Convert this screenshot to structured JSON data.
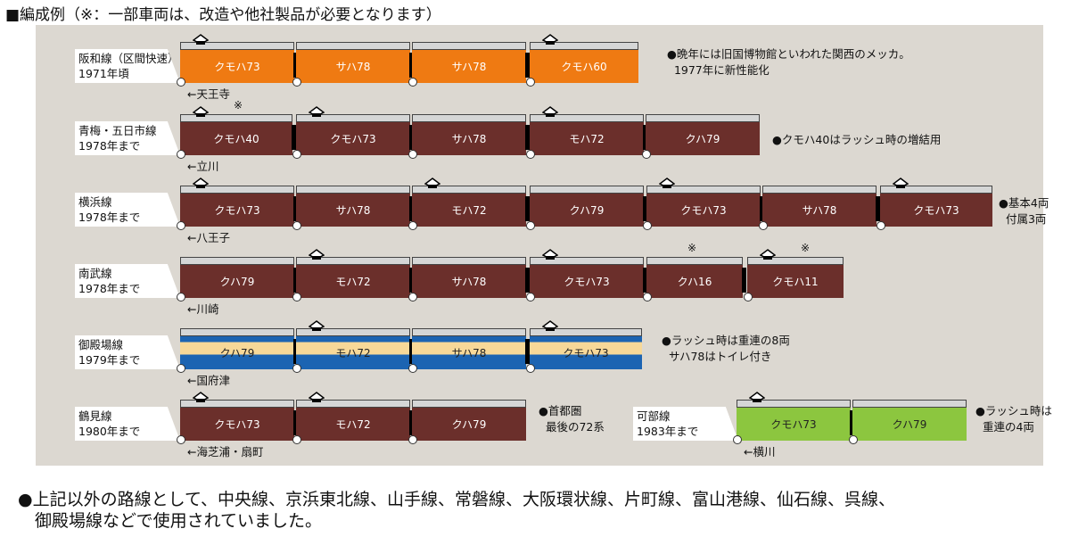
{
  "title": "■編成例（※：一部車両は、改造や他社製品が必要となります）",
  "colors": {
    "orange": "#ef7a12",
    "brown": "#6b2f2b",
    "cream": "#f7d898",
    "blue": "#1c64b2",
    "green": "#8cc63f",
    "panel": "#dcd8d1"
  },
  "rows": [
    {
      "line": "阪和線（区間快速）",
      "period": "1971年頃",
      "direction": "←天王寺",
      "scheme": "orange",
      "note": "●晩年には旧国博物館といわれた関西のメッカ。\n  1977年に新性能化",
      "cars": [
        {
          "label": "クモハ73",
          "panto": true
        },
        {
          "label": "サハ78"
        },
        {
          "label": "サハ78"
        },
        {
          "label": "クモハ60",
          "panto": true
        }
      ]
    },
    {
      "line": "青梅・五日市線",
      "period": "1978年まで",
      "direction": "←立川",
      "scheme": "brown",
      "note": "●クモハ40はラッシュ時の増結用",
      "cars": [
        {
          "label": "クモハ40",
          "panto": true,
          "mark": "※"
        },
        {
          "label": "クモハ73",
          "panto": true
        },
        {
          "label": "サハ78"
        },
        {
          "label": "モハ72",
          "panto": true
        },
        {
          "label": "クハ79"
        }
      ]
    },
    {
      "line": "横浜線",
      "period": "1978年まで",
      "direction": "←八王子",
      "scheme": "brown",
      "note": "●基本4両\n  付属3両",
      "cars": [
        {
          "label": "クモハ73",
          "panto": true
        },
        {
          "label": "サハ78"
        },
        {
          "label": "モハ72",
          "panto": true
        },
        {
          "label": "クハ79"
        },
        {
          "label": "クモハ73",
          "panto": true
        },
        {
          "label": "サハ78"
        },
        {
          "label": "クモハ73",
          "panto": true
        }
      ]
    },
    {
      "line": "南武線",
      "period": "1978年まで",
      "direction": "←川崎",
      "scheme": "brown",
      "note": "",
      "cars": [
        {
          "label": "クハ79"
        },
        {
          "label": "モハ72",
          "panto": true
        },
        {
          "label": "サハ78"
        },
        {
          "label": "クモハ73",
          "panto": true
        },
        {
          "label": "クハ16",
          "mark": "※"
        },
        {
          "label": "クモハ11",
          "panto": true,
          "mark": "※"
        }
      ]
    },
    {
      "line": "御殿場線",
      "period": "1979年まで",
      "direction": "←国府津",
      "scheme": "yokosuka",
      "note": "●ラッシュ時は重連の8両\n  サハ78はトイレ付き",
      "cars": [
        {
          "label": "クハ79"
        },
        {
          "label": "モハ72",
          "panto": true
        },
        {
          "label": "サハ78"
        },
        {
          "label": "クモハ73",
          "panto": true
        }
      ]
    },
    {
      "line": "鶴見線",
      "period": "1980年まで",
      "direction": "←海芝浦・扇町",
      "scheme": "brown",
      "note": "●首都圏\n  最後の72系",
      "cars": [
        {
          "label": "クモハ73",
          "panto": true
        },
        {
          "label": "モハ72",
          "panto": true
        },
        {
          "label": "クハ79"
        }
      ]
    },
    {
      "line": "可部線",
      "period": "1983年まで",
      "direction": "←横川",
      "scheme": "green",
      "note": "●ラッシュ時は\n  重連の4両",
      "cars": [
        {
          "label": "クモハ73",
          "panto": true
        },
        {
          "label": "クハ79"
        }
      ]
    }
  ],
  "footer": [
    "●上記以外の路線として、中央線、京浜東北線、山手線、常磐線、大阪環状線、片町線、富山港線、仙石線、呉線、",
    "　御殿場線などで使用されていました。"
  ]
}
